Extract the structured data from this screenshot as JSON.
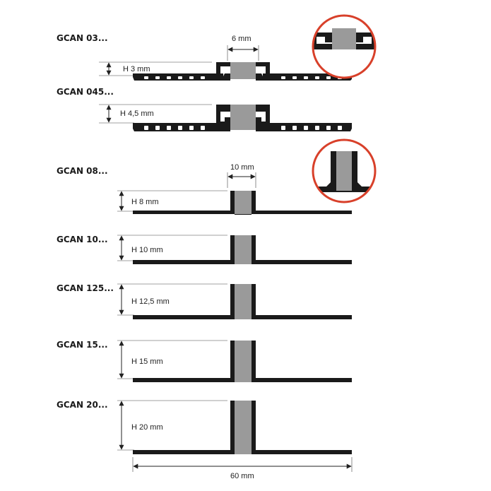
{
  "colors": {
    "profile": "#1a1a1a",
    "insert": "#9a9a9a",
    "ring": "#d8402a",
    "dimension": "#222222"
  },
  "profiles": [
    {
      "code": "GCAN 03...",
      "height": "H 3 mm"
    },
    {
      "code": "GCAN 045...",
      "height": "H 4,5 mm"
    },
    {
      "code": "GCAN 08...",
      "height": "H 8 mm"
    },
    {
      "code": "GCAN 10...",
      "height": "H 10 mm"
    },
    {
      "code": "GCAN 125...",
      "height": "H 12,5 mm"
    },
    {
      "code": "GCAN 15...",
      "height": "H 15 mm"
    },
    {
      "code": "GCAN 20...",
      "height": "H 20 mm"
    }
  ],
  "dimensions": {
    "slot_small": "6 mm",
    "slot_large": "10 mm",
    "total_width": "60 mm"
  }
}
